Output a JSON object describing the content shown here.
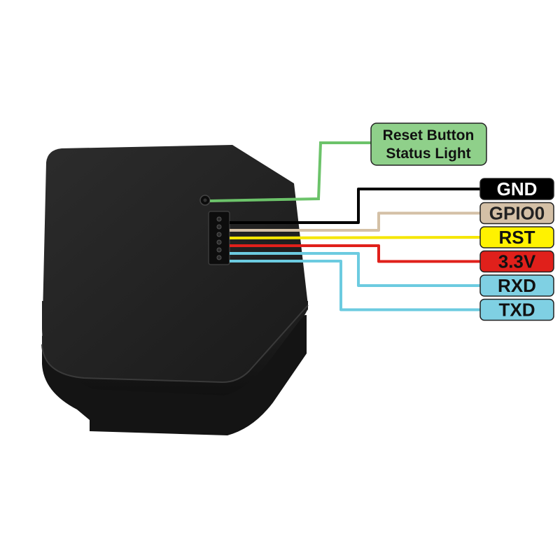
{
  "callout": {
    "line1": "Reset Button",
    "line2": "Status Light",
    "fill": "#8fd08a",
    "wire": "#6cc36a"
  },
  "pins": [
    {
      "label": "GND",
      "fill": "#000000",
      "text": "#ffffff",
      "wire": "#000000"
    },
    {
      "label": "GPIO0",
      "fill": "#d4c0a6",
      "text": "#222222",
      "wire": "#d4c0a6"
    },
    {
      "label": "RST",
      "fill": "#fff200",
      "text": "#111111",
      "wire": "#f5e600"
    },
    {
      "label": "3.3V",
      "fill": "#e0201b",
      "text": "#111111",
      "wire": "#e0201b"
    },
    {
      "label": "RXD",
      "fill": "#7fd0e3",
      "text": "#111111",
      "wire": "#6ccbe0"
    },
    {
      "label": "TXD",
      "fill": "#7fd0e3",
      "text": "#111111",
      "wire": "#6ccbe0"
    }
  ]
}
